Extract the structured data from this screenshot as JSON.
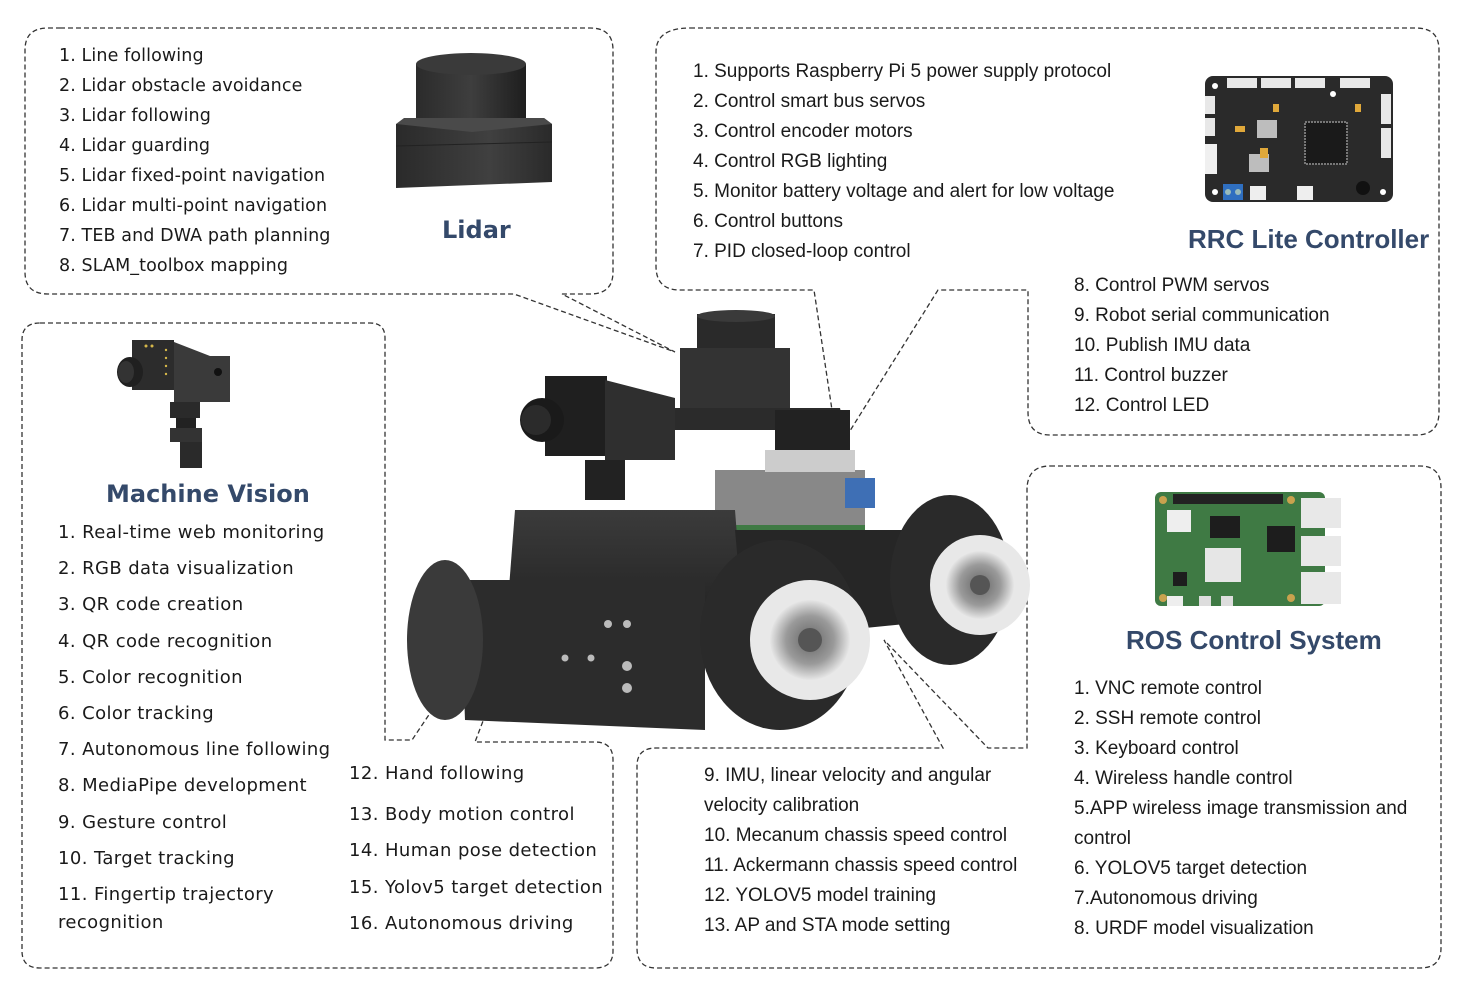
{
  "lidar": {
    "title": "Lidar",
    "items": [
      "1. Line following",
      "2. Lidar obstacle avoidance",
      "3. Lidar following",
      "4. Lidar guarding",
      "5. Lidar fixed-point navigation",
      "6. Lidar multi-point navigation",
      "7. TEB and DWA path planning",
      "8. SLAM_toolbox mapping"
    ]
  },
  "rrc": {
    "title": "RRC Lite Controller",
    "items_top": [
      "1. Supports Raspberry Pi 5 power supply protocol",
      "2. Control smart bus servos",
      "3.  Control encoder motors",
      "4. Control RGB lighting",
      "5. Monitor battery voltage and alert for low voltage",
      "6. Control buttons",
      "7. PID closed-loop control"
    ],
    "items_bottom": [
      "8. Control PWM servos",
      "9. Robot serial communication",
      "10.  Publish IMU data",
      "11. Control buzzer",
      "12. Control LED"
    ]
  },
  "machine_vision": {
    "title": "Machine Vision",
    "items_left": [
      "1. Real-time web monitoring",
      "2. RGB data visualization",
      "3. QR code creation",
      "4. QR code recognition",
      "5. Color recognition",
      "6. Color tracking",
      "7. Autonomous line following",
      "8. MediaPipe development",
      "9. Gesture control",
      "10. Target tracking",
      "11. Fingertip trajectory",
      "recognition"
    ],
    "items_right": [
      "12. Hand following",
      "13. Body motion control",
      "14. Human pose detection",
      "15. Yolov5 target detection",
      "16. Autonomous driving"
    ]
  },
  "chassis": {
    "items": [
      "9. IMU, linear velocity and angular",
      "velocity calibration",
      "10. Mecanum chassis speed control",
      "11. Ackermann chassis speed control",
      "12. YOLOV5 model training",
      "13.  AP and STA mode setting"
    ]
  },
  "ros": {
    "title": "ROS Control System",
    "items": [
      "1. VNC remote control",
      "2. SSH remote control",
      "3. Keyboard control",
      "4. Wireless handle control",
      "5.APP wireless image transmission and",
      "control",
      "6. YOLOV5 target detection",
      "7.Autonomous driving",
      "8. URDF model visualization"
    ]
  },
  "colors": {
    "title": "#34496a",
    "text": "#1a1a1a",
    "border": "#333333",
    "pcb_green": "#3f7a44",
    "pcb_dark": "#2a2a2a",
    "terminal_blue": "#2f6fc0"
  }
}
